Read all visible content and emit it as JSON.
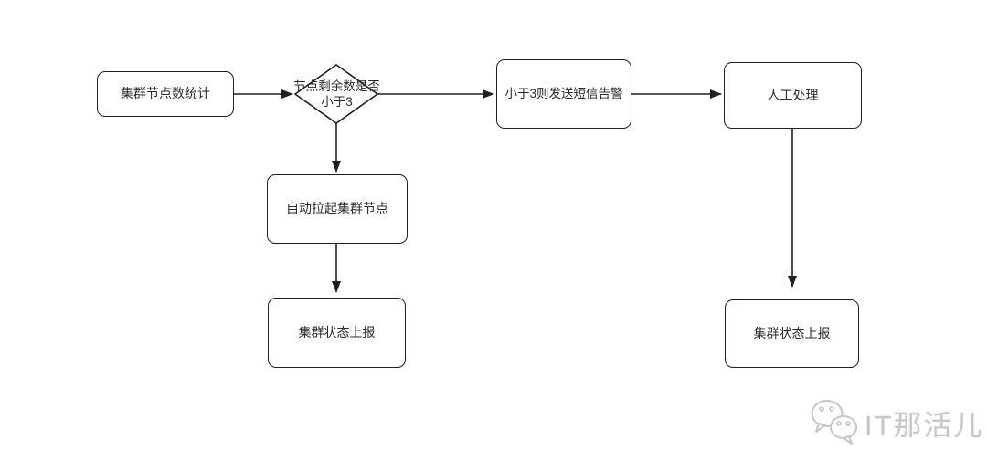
{
  "flowchart": {
    "nodes": [
      {
        "id": "cluster-node-count",
        "type": "process",
        "label": "集群节点数统计"
      },
      {
        "id": "remaining-lt3-check",
        "type": "decision",
        "label": "节点剩余数是否小于3"
      },
      {
        "id": "sms-alert",
        "type": "process",
        "label": "小于3则发送短信告警"
      },
      {
        "id": "manual-handle",
        "type": "process",
        "label": "人工处理"
      },
      {
        "id": "auto-pull-node",
        "type": "process",
        "label": "自动拉起集群节点"
      },
      {
        "id": "status-report-left",
        "type": "process",
        "label": "集群状态上报"
      },
      {
        "id": "status-report-right",
        "type": "process",
        "label": "集群状态上报"
      }
    ],
    "edges": [
      {
        "from": "cluster-node-count",
        "to": "remaining-lt3-check"
      },
      {
        "from": "remaining-lt3-check",
        "to": "sms-alert"
      },
      {
        "from": "sms-alert",
        "to": "manual-handle"
      },
      {
        "from": "remaining-lt3-check",
        "to": "auto-pull-node"
      },
      {
        "from": "auto-pull-node",
        "to": "status-report-left"
      },
      {
        "from": "manual-handle",
        "to": "status-report-right"
      }
    ],
    "colors": {
      "stroke": "#1f1f1f",
      "text": "#2b2b2b",
      "background": "#ffffff",
      "watermark": "#c7c7c7"
    }
  },
  "watermark": {
    "label": "IT那活儿",
    "icon": "wechat-icon"
  }
}
